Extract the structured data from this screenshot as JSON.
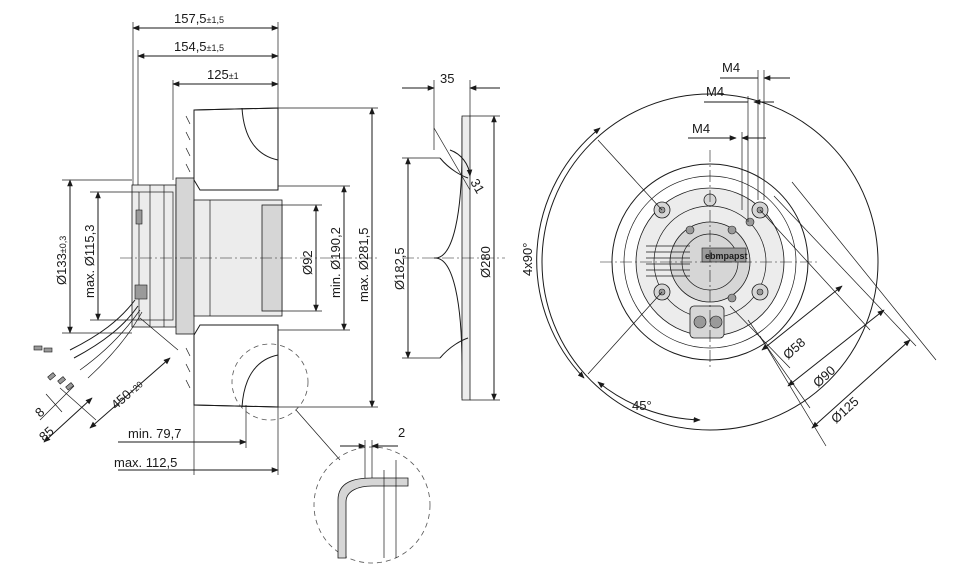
{
  "side_view": {
    "overall_length_label": "157,5",
    "overall_length_tol": "±1,5",
    "length_2_label": "154,5",
    "length_2_tol": "±1,5",
    "impeller_length_label": "125",
    "impeller_length_tol": "±1",
    "motor_diameter_label": "Ø133",
    "motor_diameter_tol": "±0,3",
    "max_motor_label": "max. Ø115,3",
    "hub_diameter_label": "Ø92",
    "min_inlet_label": "min. Ø190,2",
    "max_impeller_label": "max. Ø281,5",
    "cable_length_label": "450",
    "cable_length_tol": "+20",
    "strip_8_label": "8",
    "strip_85_label": "85",
    "min_depth_label": "min. 79,7",
    "max_depth_label": "max. 112,5"
  },
  "inlet_ring_view": {
    "width_label": "35",
    "angle_label": "31",
    "inner_diameter_label": "Ø182,5",
    "outer_diameter_label": "Ø280"
  },
  "detail_view": {
    "thickness_label": "2"
  },
  "front_view": {
    "thread_labels": [
      "M4",
      "M4",
      "M4"
    ],
    "pattern_label": "4x90°",
    "angle_label": "45°",
    "bolt_circle_labels": [
      "Ø58",
      "Ø90",
      "Ø125"
    ],
    "logo_text": "ebmpapst"
  }
}
